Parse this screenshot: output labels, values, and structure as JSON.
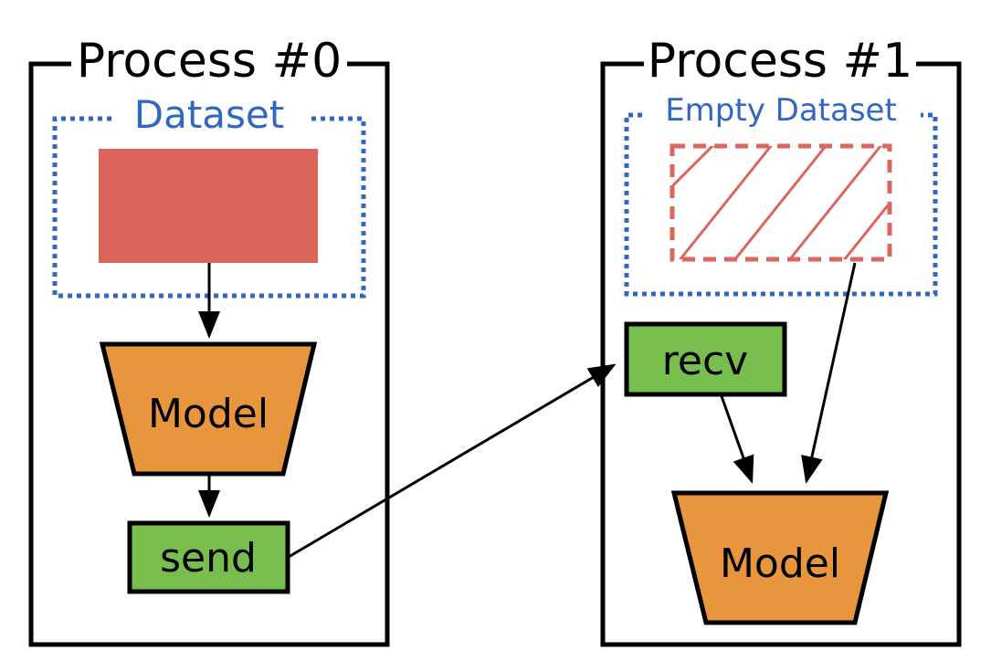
{
  "colors": {
    "outline": "#000000",
    "dataset_border": "#2f67c2",
    "data_block": "#dc665c",
    "model_fill": "#e8963d",
    "comm_fill": "#78be4f"
  },
  "process0": {
    "title": "Process #0",
    "dataset_label": "Dataset",
    "model_label": "Model",
    "send_label": "send"
  },
  "process1": {
    "title": "Process #1",
    "dataset_label": "Empty Dataset",
    "recv_label": "recv",
    "model_label": "Model"
  }
}
